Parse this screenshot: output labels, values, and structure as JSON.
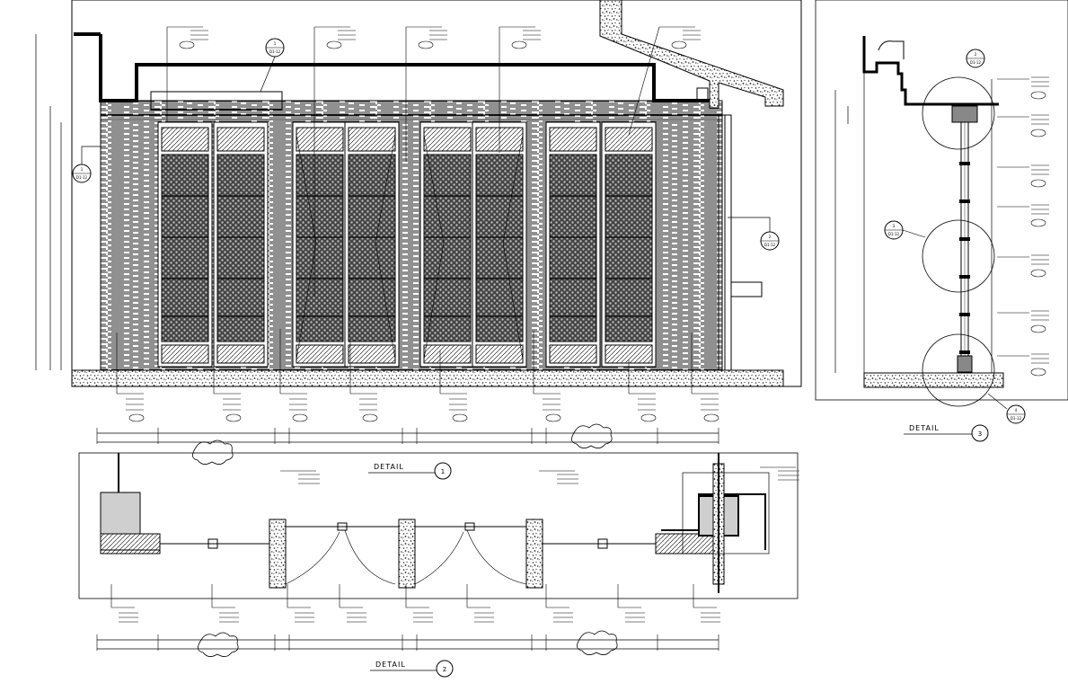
{
  "titles": {
    "detail_1": {
      "text": "DETAIL",
      "number": "1"
    },
    "detail_2": {
      "text": "DETAIL",
      "number": "2"
    },
    "detail_3": {
      "text": "DETAIL",
      "number": "3"
    }
  },
  "callouts": {
    "section_top_elevation": {
      "number": "1",
      "ref": "D1-12"
    },
    "section_left_elevation": {
      "number": "1",
      "ref": "D1-12"
    },
    "section_right_elevation": {
      "number": "2",
      "ref": "D1-12"
    },
    "circle_mid_section": {
      "number": "3",
      "ref": "D1-12"
    },
    "circle_top_section": {
      "number": "2",
      "ref": "D1-12"
    },
    "circle_bottom_section": {
      "number": "4",
      "ref": "D1-12"
    }
  },
  "colors": {
    "line": "#000000",
    "hatch_fill": "#d9d9d9",
    "background": "#ffffff"
  }
}
